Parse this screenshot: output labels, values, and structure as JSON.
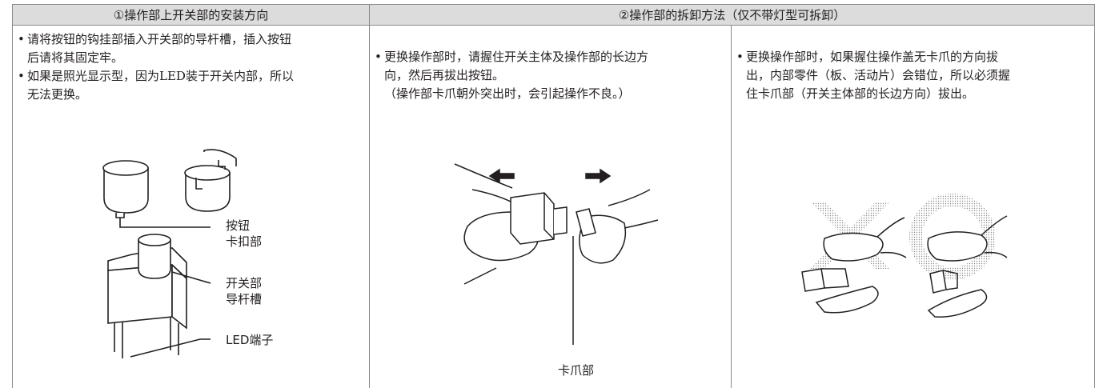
{
  "header": {
    "left": "①操作部上开关部的安装方向",
    "right": "②操作部的拆卸方法（仅不带灯型可拆卸）"
  },
  "col1": {
    "bullet1": [
      "请将按钮的钩挂部插入开关部的导杆槽，插入按钮",
      "后请将其固定牢。"
    ],
    "bullet2": [
      "如果是照光显示型，因为LED装于开关内部，所以",
      "无法更换。"
    ],
    "labels": {
      "button_hook": [
        "按钮",
        "卡扣部"
      ],
      "switch_groove": [
        "开关部",
        "导杆槽"
      ],
      "led_terminal": "LED端子"
    }
  },
  "col2": {
    "bullet1": [
      "更换操作部时，请握住开关主体及操作部的长边方",
      "向，然后再拔出按钮。"
    ],
    "note": "（操作部卡爪朝外突出时，会引起操作不良。）",
    "label_claw": "卡爪部"
  },
  "col3": {
    "bullet1": [
      "更换操作部时，如果握住操作盖无卡爪的方向拔",
      "出，内部零件（板、活动片）会错位，所以必须握",
      "住卡爪部（开关主体部的长边方向）拔出。"
    ]
  },
  "bullet_char": "•",
  "colors": {
    "header_bg": "#dcdcdc",
    "border": "#8a8a8a",
    "text": "#231f20"
  }
}
